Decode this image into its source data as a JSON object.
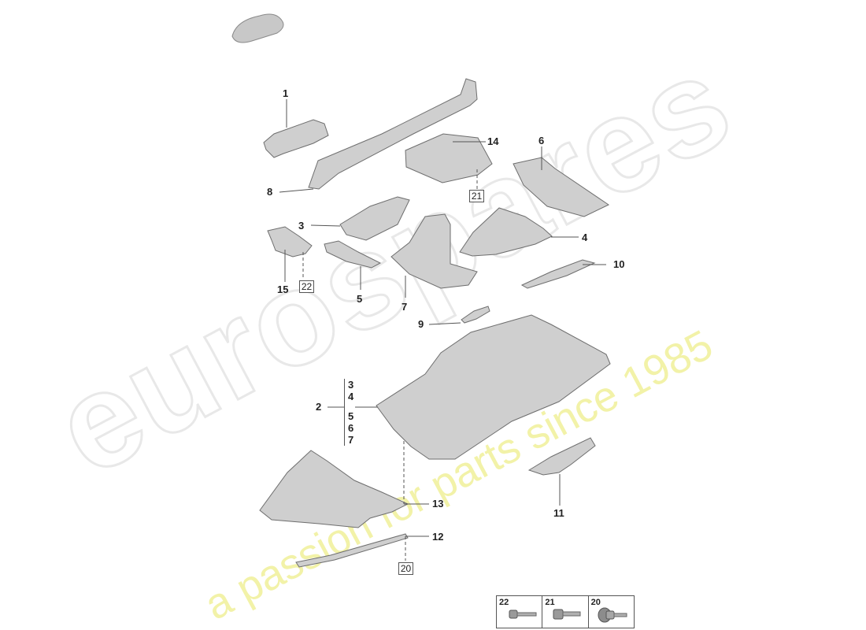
{
  "watermark": {
    "brand": "eurospares",
    "tagline": "a passion for parts since 1985"
  },
  "colors": {
    "part_fill": "#cfcfcf",
    "part_stroke": "#6e6e6e",
    "leader": "#555555",
    "watermark_text": "#f2f2a8"
  },
  "callouts": {
    "c1": "1",
    "c2": "2",
    "c3": "3",
    "c4": "4",
    "c5": "5",
    "c6": "6",
    "c7": "7",
    "c8": "8",
    "c9": "9",
    "c10": "10",
    "c11": "11",
    "c12": "12",
    "c13": "13",
    "c14": "14",
    "c15": "15"
  },
  "boxed_refs": {
    "b21": "21",
    "b22": "22",
    "b20": "20"
  },
  "group_2": [
    "3",
    "4",
    "5",
    "6",
    "7"
  ],
  "legend": {
    "items": [
      {
        "number": "22",
        "icon": "bolt-icon"
      },
      {
        "number": "21",
        "icon": "bolt-icon"
      },
      {
        "number": "20",
        "icon": "bolt-with-washer-icon"
      }
    ]
  }
}
